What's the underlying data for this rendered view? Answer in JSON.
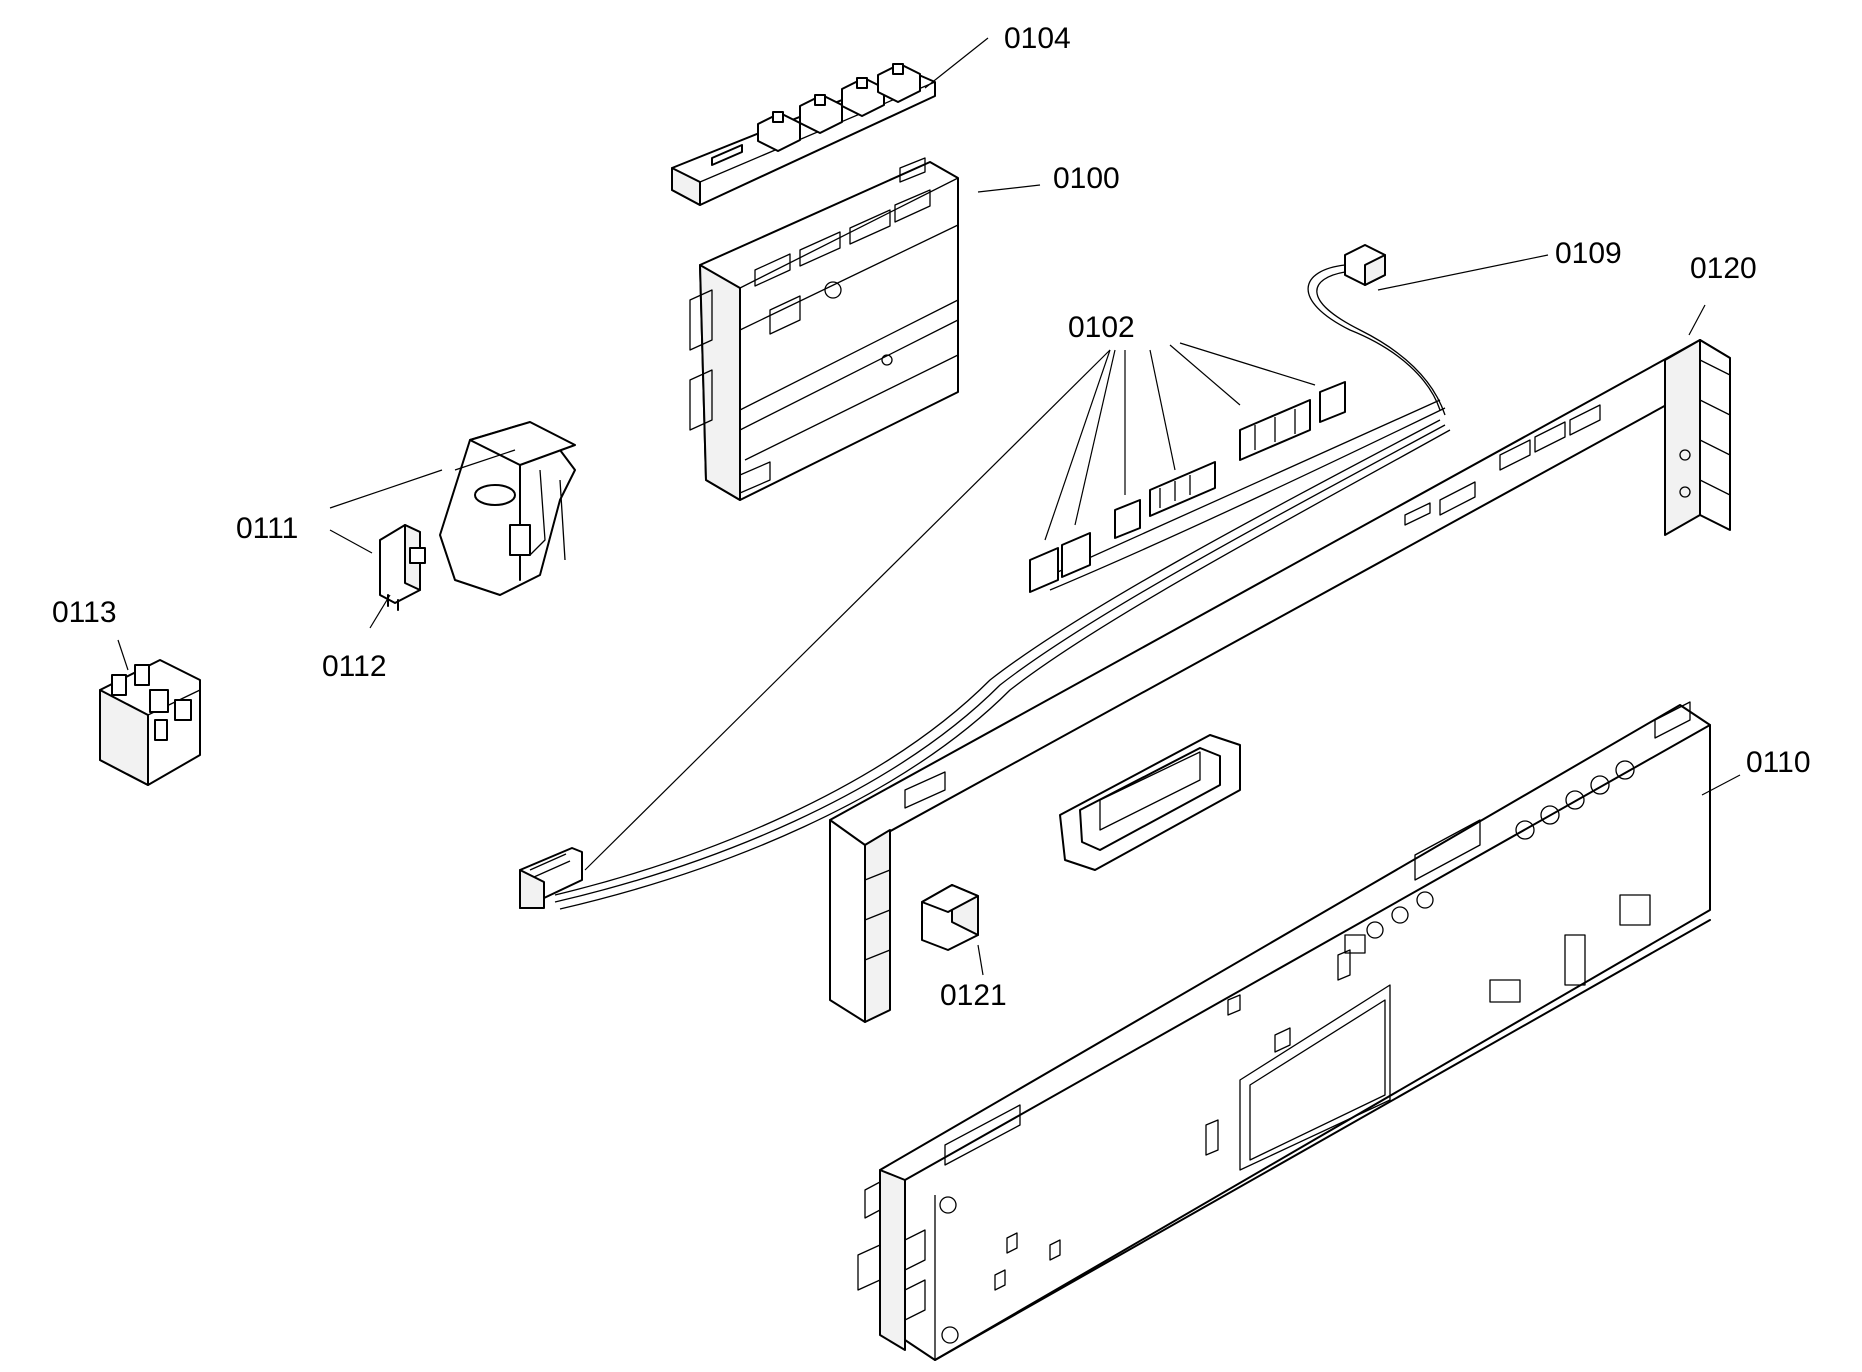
{
  "parts": [
    {
      "id": "p0100",
      "label": "0100"
    },
    {
      "id": "p0102",
      "label": "0102"
    },
    {
      "id": "p0104",
      "label": "0104"
    },
    {
      "id": "p0109",
      "label": "0109"
    },
    {
      "id": "p0110",
      "label": "0110"
    },
    {
      "id": "p0111",
      "label": "0111"
    },
    {
      "id": "p0112",
      "label": "0112"
    },
    {
      "id": "p0113",
      "label": "0113"
    },
    {
      "id": "p0120",
      "label": "0120"
    },
    {
      "id": "p0121",
      "label": "0121"
    }
  ]
}
